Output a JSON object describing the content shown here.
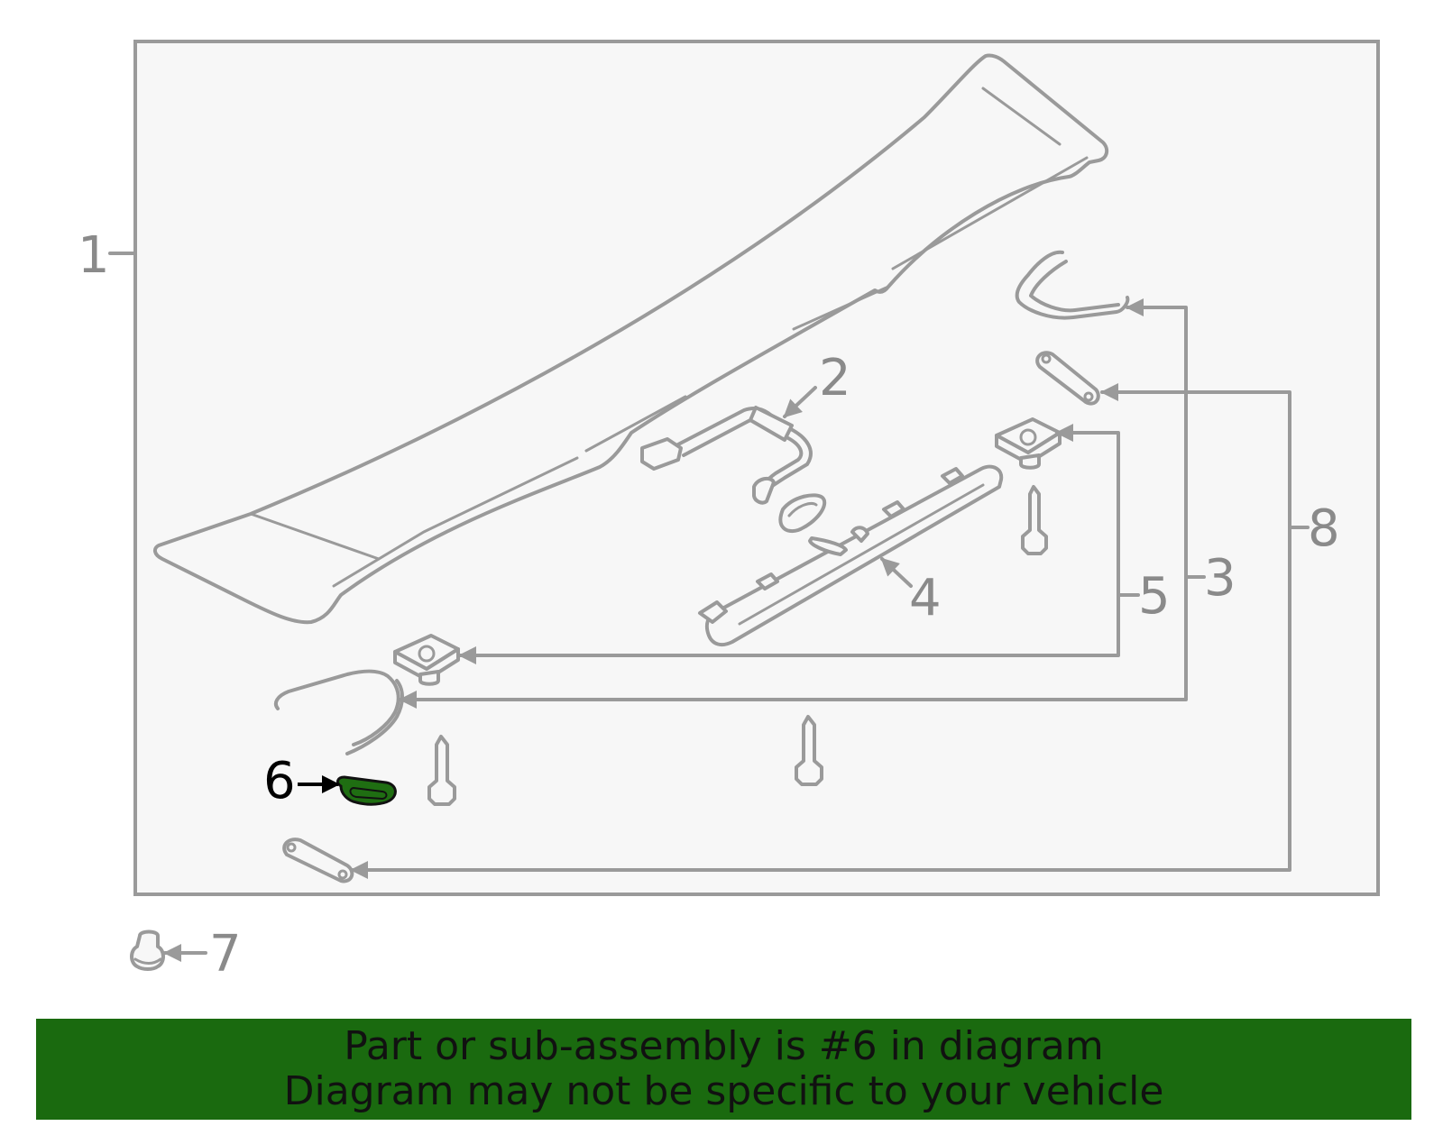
{
  "colors": {
    "frame_background": "#f7f7f7",
    "line": "#9a9a9a",
    "highlight_fill": "#1f6e12",
    "banner_background": "#1a6a0f"
  },
  "callouts": {
    "c1": "1",
    "c2": "2",
    "c3": "3",
    "c4": "4",
    "c5": "5",
    "c6": "6",
    "c7": "7",
    "c8": "8"
  },
  "highlighted_part": "6",
  "banner": {
    "line1": "Part or sub-assembly is #6 in diagram",
    "line2": "Diagram may not be specific to your vehicle"
  }
}
